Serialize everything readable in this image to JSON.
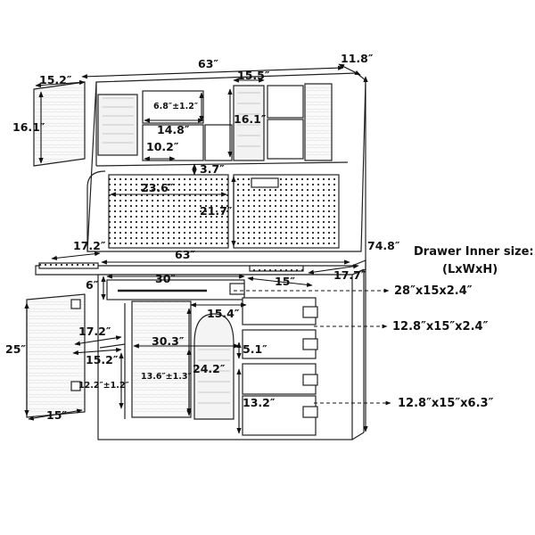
{
  "legend": {
    "title": "Drawer Inner size:",
    "format": "(LxWxH)",
    "drawer_1": "28″x15x2.4″",
    "drawer_2": "12.8″x15″x2.4″",
    "drawer_3": "12.8″x15″x6.3″"
  },
  "dimensions": {
    "top_width": "63″",
    "top_depth": "11.8″",
    "upper_door_width": "15.2″",
    "upper_door_height": "16.1″",
    "glass_door_width": "15.5″",
    "glass_door_height": "16.1″",
    "shelf_gap": "6.8″±1.2″",
    "upper_shelf_width": "14.8″",
    "small_cubby_width": "10.2″",
    "hutch_gap": "3.7″",
    "pegboard_width": "23.6″",
    "pegboard_height": "21.7″",
    "total_height": "74.8″",
    "counter_depth_left": "17.2″",
    "counter_width": "63″",
    "counter_depth_right": "17.7″",
    "long_drawer_width": "30″",
    "long_drawer_height": "6″",
    "right_drawer_depth": "15″",
    "right_drawer_width": "15.4″",
    "lower_cabinet_height": "25″",
    "lower_shelf_depth": "17.2″",
    "lower_door_width": "15.2″",
    "lower_shelf_gap": "12.2″±1.2″",
    "base_depth": "15″",
    "center_width": "30.3″",
    "center_shelf_gap": "13.6″±1.3″",
    "center_height": "24.2″",
    "small_drawer_height": "5.1″",
    "large_drawer_height": "13.2″"
  }
}
